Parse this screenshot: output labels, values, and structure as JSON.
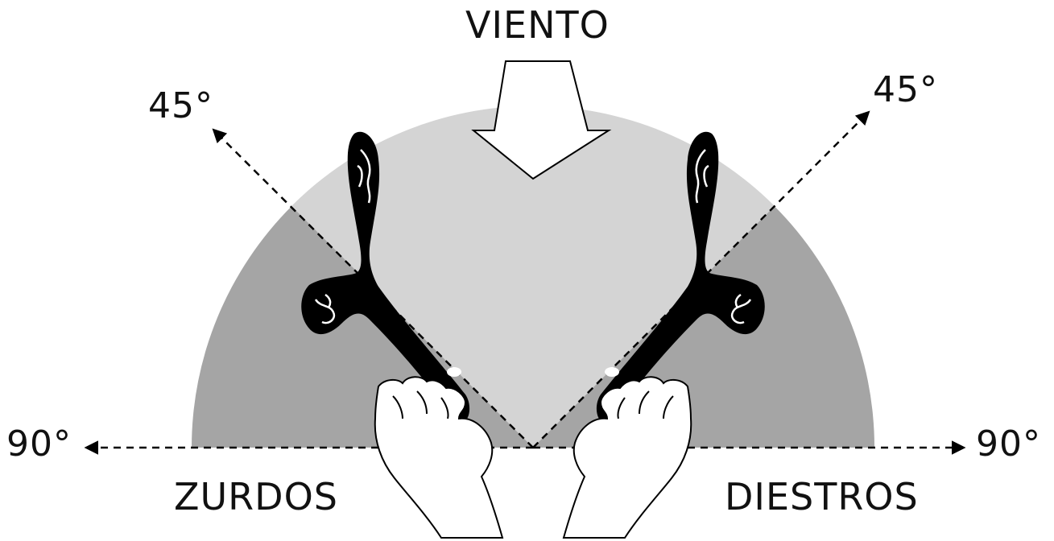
{
  "labels": {
    "wind": "VIENTO",
    "angle_left_45": "45°",
    "angle_right_45": "45°",
    "angle_left_90": "90°",
    "angle_right_90": "90°",
    "left_handed": "ZURDOS",
    "right_handed": "DIESTROS"
  },
  "colors": {
    "background": "#ffffff",
    "outer_zone": "#a5a5a5",
    "inner_zone": "#d4d4d4",
    "boomerang": "#000000",
    "hand_fill": "#ffffff",
    "line": "#000000"
  },
  "icons": {
    "wind": "arrow-down-icon",
    "boomerang": "boomerang-icon",
    "hand": "hand-icon"
  },
  "angles_deg": {
    "upper": 45,
    "lower": 90
  }
}
